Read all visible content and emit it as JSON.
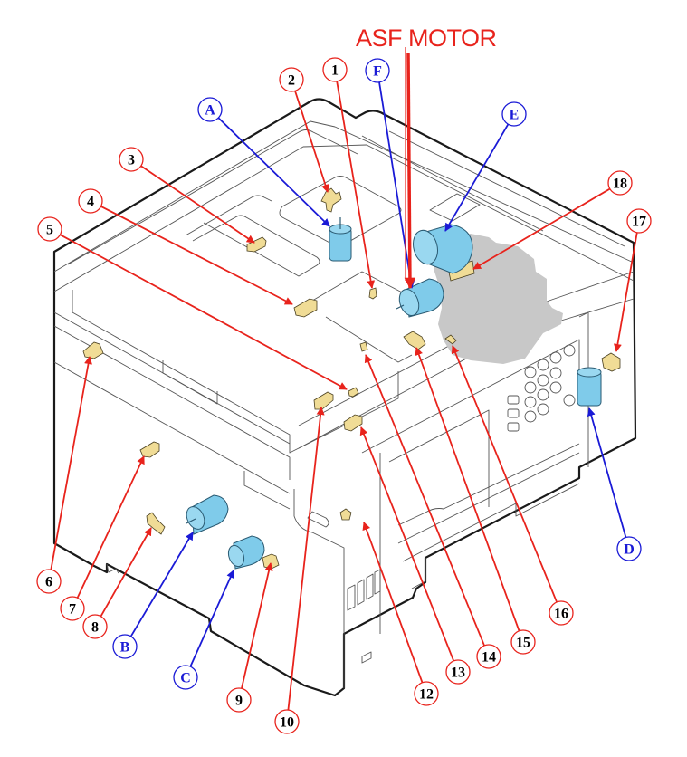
{
  "title": "ASF MOTOR",
  "colors": {
    "sensor_callout": "#e8231c",
    "motor_callout": "#1a1ad6",
    "title": "#e8231c",
    "sensor_part": "#f0dc96",
    "motor_part": "#7fcbea",
    "shadow": "#c8c8c8"
  },
  "motors": [
    {
      "id": "A",
      "label": "A",
      "icon": "dc-motor-icon"
    },
    {
      "id": "B",
      "label": "B",
      "icon": "dc-motor-icon"
    },
    {
      "id": "C",
      "label": "C",
      "icon": "dc-motor-icon"
    },
    {
      "id": "D",
      "label": "D",
      "icon": "dc-motor-icon"
    },
    {
      "id": "E",
      "label": "E",
      "icon": "dc-motor-icon"
    },
    {
      "id": "F",
      "label": "F",
      "icon": "dc-motor-icon"
    }
  ],
  "sensors": [
    {
      "id": "1",
      "label": "1"
    },
    {
      "id": "2",
      "label": "2"
    },
    {
      "id": "3",
      "label": "3"
    },
    {
      "id": "4",
      "label": "4"
    },
    {
      "id": "5",
      "label": "5"
    },
    {
      "id": "6",
      "label": "6"
    },
    {
      "id": "7",
      "label": "7"
    },
    {
      "id": "8",
      "label": "8"
    },
    {
      "id": "9",
      "label": "9"
    },
    {
      "id": "10",
      "label": "10"
    },
    {
      "id": "12",
      "label": "12"
    },
    {
      "id": "13",
      "label": "13"
    },
    {
      "id": "14",
      "label": "14"
    },
    {
      "id": "15",
      "label": "15"
    },
    {
      "id": "16",
      "label": "16"
    },
    {
      "id": "17",
      "label": "17"
    },
    {
      "id": "18",
      "label": "18"
    }
  ]
}
